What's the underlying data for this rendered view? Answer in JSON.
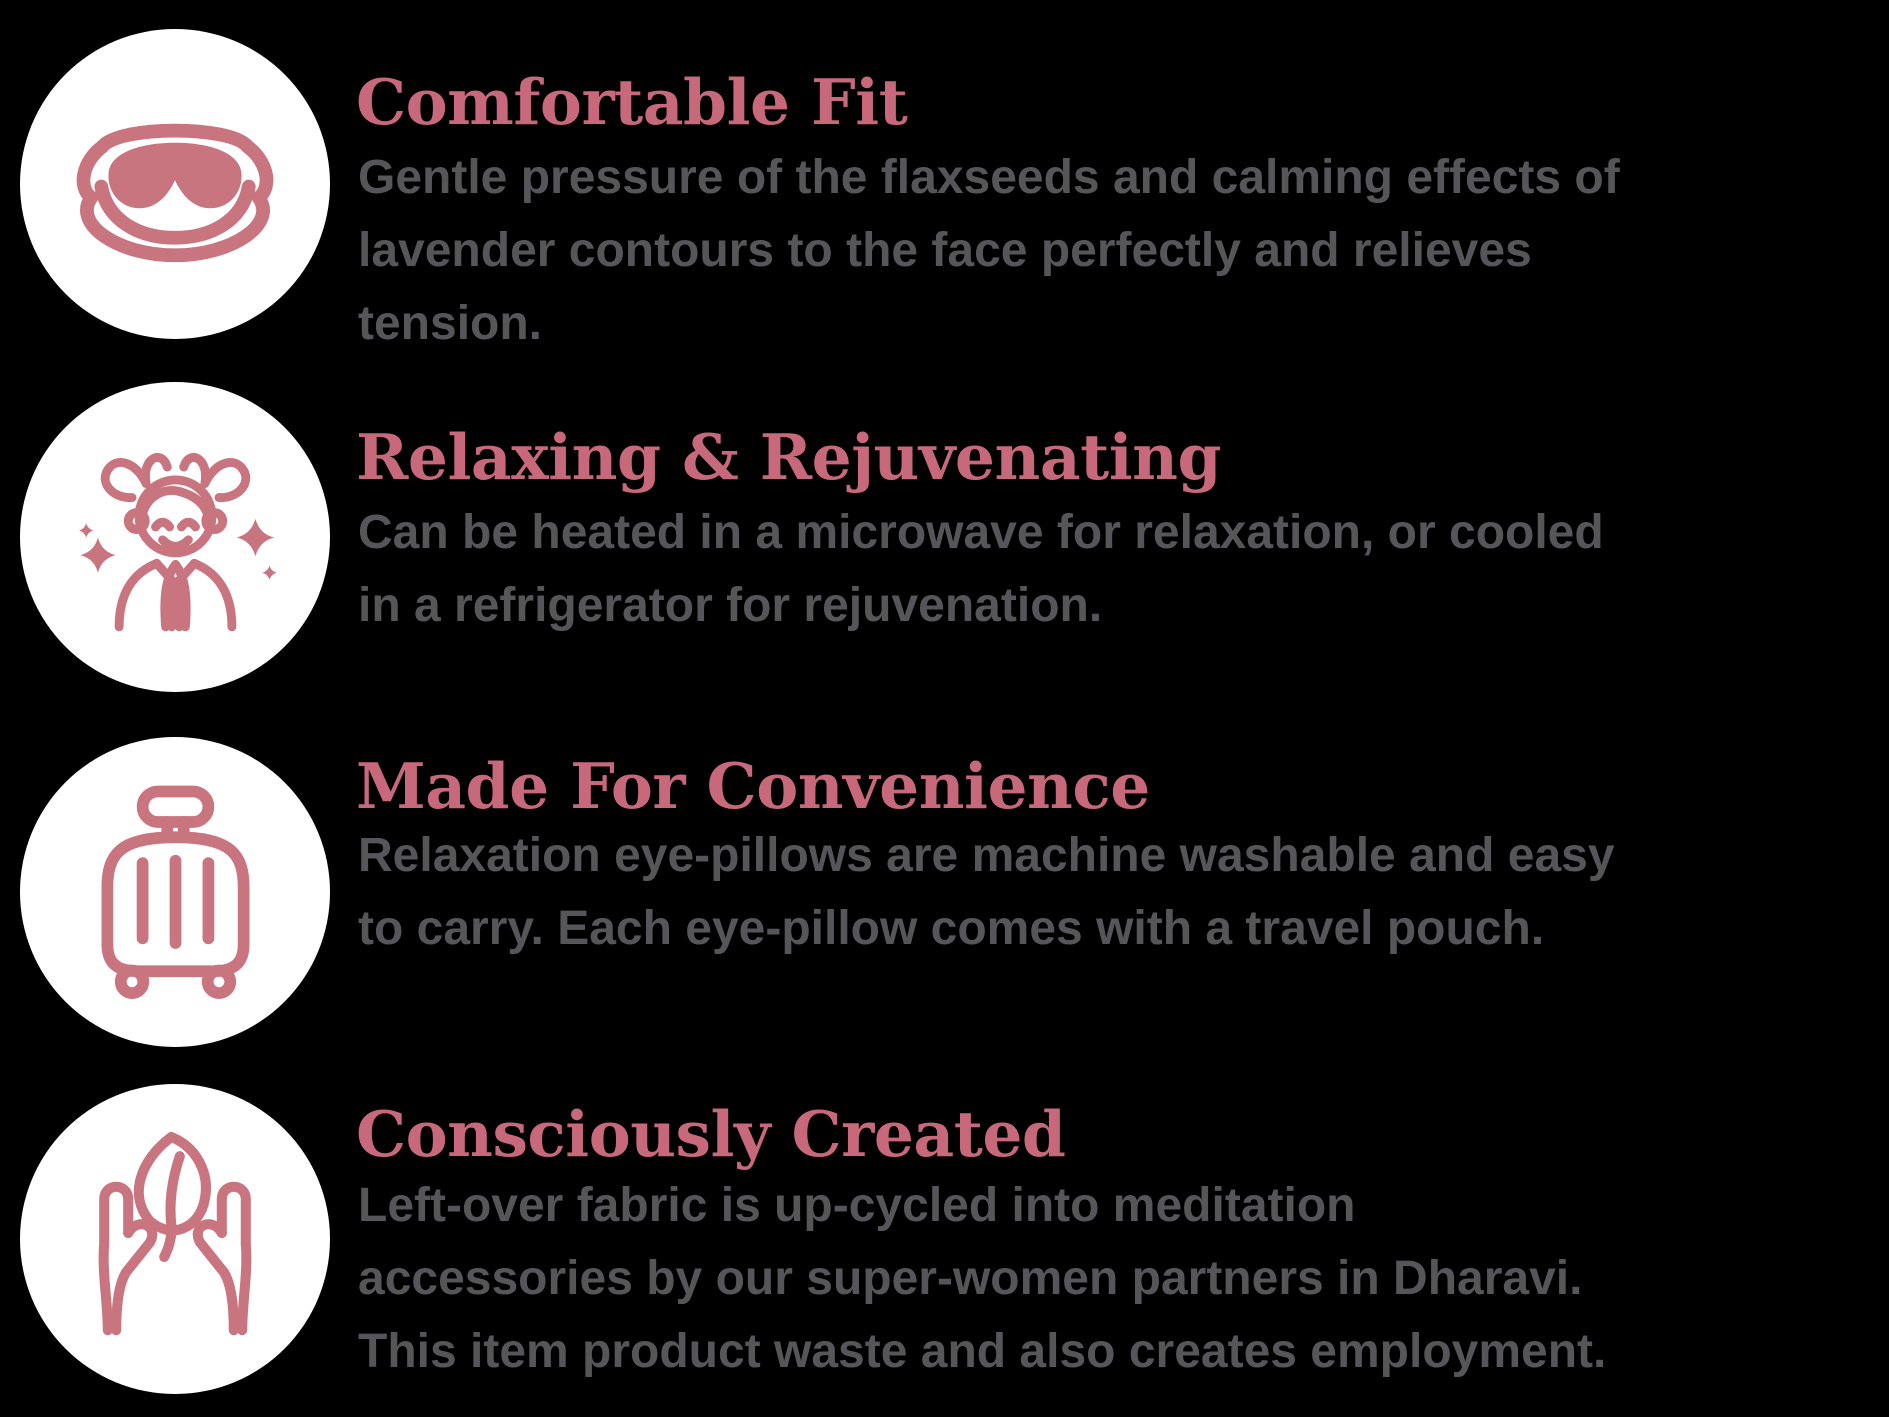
{
  "background_color": "#000000",
  "accent_color": "#c8697b",
  "icon_color": "#c97580",
  "body_text_color": "#56565a",
  "sections": [
    {
      "icon": "sleep-mask-icon",
      "title": "Comfortable Fit",
      "body_lines": [
        "Gentle pressure of the flaxseeds and calming effects of",
        "lavender contours to the face perfectly and relieves",
        "tension."
      ]
    },
    {
      "icon": "meditating-girl-icon",
      "title": "Relaxing & Rejuvenating",
      "body_lines": [
        "Can be heated in a microwave for relaxation, or cooled",
        "in a refrigerator for rejuvenation."
      ]
    },
    {
      "icon": "suitcase-icon",
      "title": "Made For Convenience",
      "body_lines": [
        "Relaxation eye-pillows are machine washable and easy",
        "to carry. Each eye-pillow comes with a travel pouch."
      ]
    },
    {
      "icon": "hands-holding-leaf-icon",
      "title": "Consciously Created",
      "body_lines": [
        "Left-over fabric is up-cycled into meditation",
        "accessories by our super-women partners in Dharavi.",
        "This item product waste and also creates employment."
      ]
    }
  ]
}
